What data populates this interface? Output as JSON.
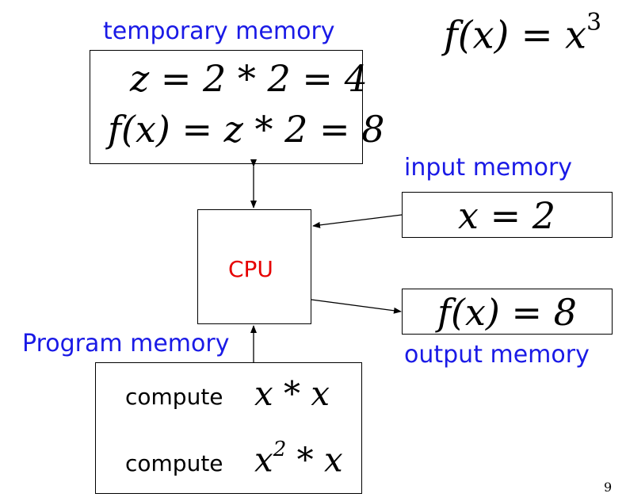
{
  "labels": {
    "temporary_memory": "temporary memory",
    "input_memory": "input memory",
    "output_memory": "output memory",
    "program_memory": "Program memory"
  },
  "header_formula": {
    "lhs": "f(x) = x",
    "exponent": "3"
  },
  "temporary_box": {
    "line1": "z = 2 * 2 = 4",
    "line2": "f(x) = z * 2 = 8"
  },
  "cpu": {
    "label": "CPU"
  },
  "input_box": {
    "formula": "x = 2"
  },
  "output_box": {
    "formula": "f(x) = 8"
  },
  "program_box": {
    "row1_word": "compute",
    "row1_expr": "x * x",
    "row2_word": "compute",
    "row2_base": "x",
    "row2_exp": "2",
    "row2_rest": " * x"
  },
  "page_number": "9",
  "colors": {
    "label_blue": "#1a1ae6",
    "cpu_red": "#e60000"
  }
}
